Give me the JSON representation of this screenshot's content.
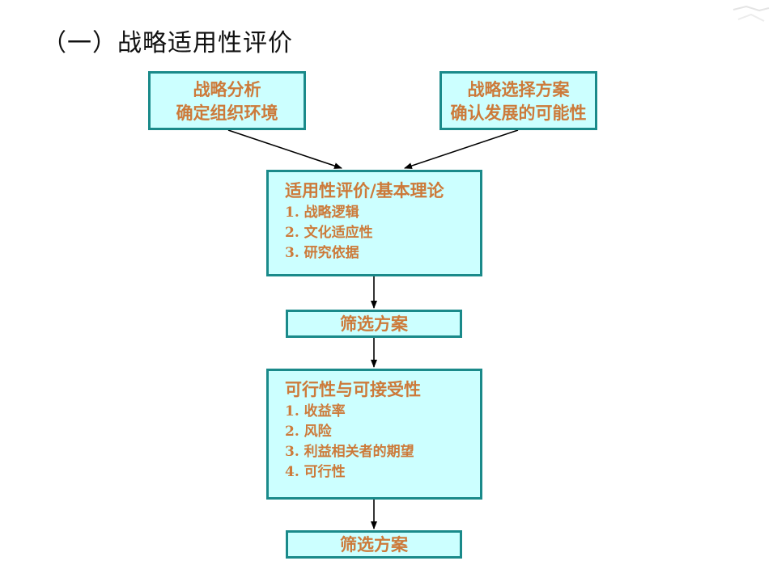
{
  "title": "（一）战略适用性评价",
  "boxes": {
    "analysis": {
      "line1": "战略分析",
      "line2": "确定组织环境"
    },
    "options": {
      "line1": "战略选择方案",
      "line2": "确认发展的可能性"
    },
    "suitability": {
      "heading": "适用性评价/基本理论",
      "items": [
        "1. 战略逻辑",
        "2. 文化适应性",
        "3. 研究依据"
      ]
    },
    "screen1": {
      "label": "筛选方案"
    },
    "feasibility": {
      "heading": "可行性与可接受性",
      "items": [
        "1. 收益率",
        "2. 风险",
        "3. 利益相关者的期望",
        "4. 可行性"
      ]
    },
    "screen2": {
      "label": "筛选方案"
    }
  },
  "colors": {
    "box_fill": "#ccffff",
    "box_border": "#1a8a8a",
    "box_text": "#cc7a3a",
    "arrow": "#000000"
  }
}
